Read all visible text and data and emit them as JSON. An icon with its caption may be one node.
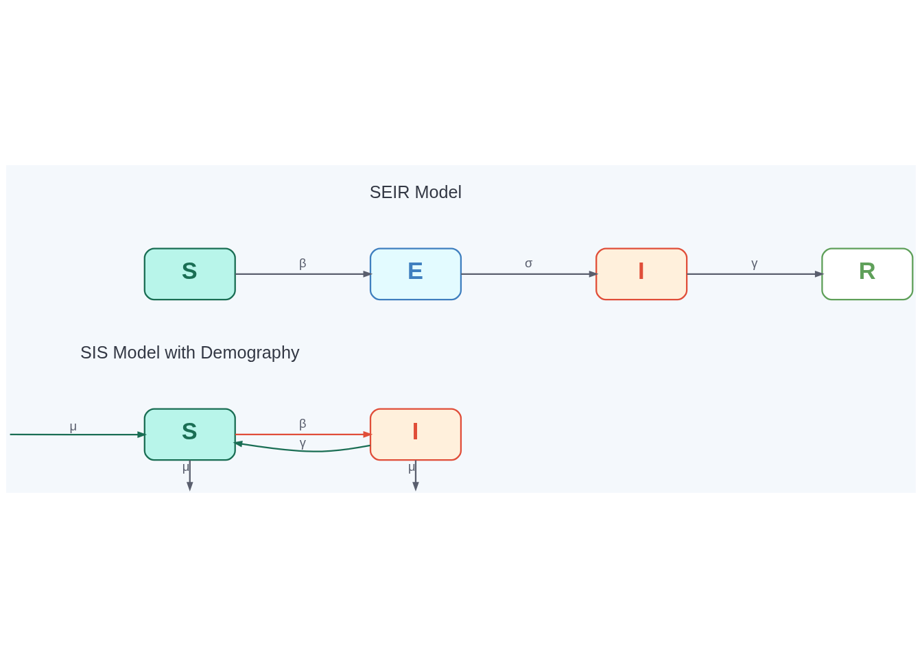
{
  "diagram": {
    "nodes": [
      {
        "text": [
          "S"
        ]
      },
      {
        "text": [
          "E"
        ]
      },
      {
        "text": [
          "I"
        ]
      },
      {
        "text": [
          "R"
        ]
      },
      {
        "text": [
          "S"
        ]
      },
      {
        "text": [
          "I"
        ]
      }
    ],
    "edges": [
      {
        "from": 0,
        "to": 1,
        "arrow": "to",
        "label": "β"
      },
      {
        "from": 1,
        "to": 2,
        "arrow": "to",
        "label": "σ"
      },
      {
        "from": 2,
        "to": 3,
        "arrow": "to",
        "label": "γ"
      },
      {
        "from": 4,
        "to": 5,
        "arrow": "to",
        "label": "β",
        "color": "#e04e39"
      },
      {
        "from": 5,
        "to": 4,
        "arrow": "to",
        "label": "γ",
        "color": "#1a6e54"
      },
      {
        "from": null,
        "to": 4,
        "arrow": "to",
        "label": "μ",
        "color": "#1a6e54"
      },
      {
        "from": 4,
        "to": null,
        "arrow": "to",
        "label": "μ"
      },
      {
        "from": 5,
        "to": null,
        "arrow": "to",
        "label": "μ"
      }
    ],
    "labels": [
      "SEIR Model",
      "SIS Model with Demography"
    ]
  }
}
